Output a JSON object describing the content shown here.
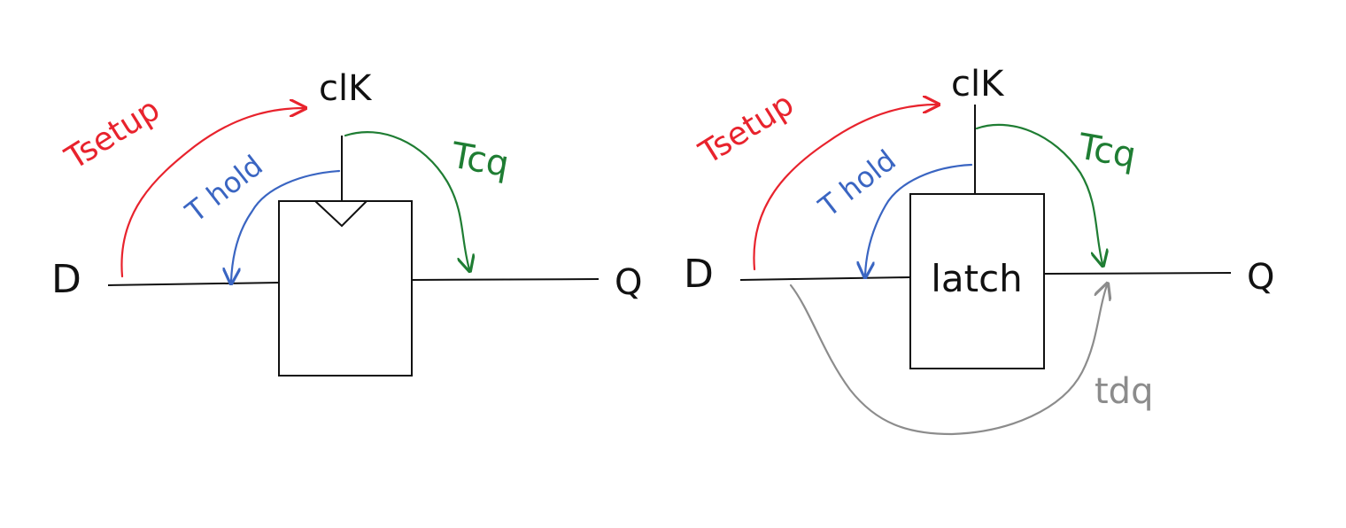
{
  "colors": {
    "setup": "#e8232d",
    "hold": "#3a65c2",
    "cq": "#1f7d33",
    "dq": "#8c8c8c",
    "ink": "#111111"
  },
  "flipflop": {
    "d_label": "D",
    "q_label": "Q",
    "clk_label": "clK",
    "setup_label": "Tsetup",
    "hold_label": "T hold",
    "cq_label": "Tcq"
  },
  "latch": {
    "d_label": "D",
    "q_label": "Q",
    "clk_label": "clK",
    "box_label": "latch",
    "setup_label": "Tsetup",
    "hold_label": "T hold",
    "cq_label": "Tcq",
    "dq_label": "tdq"
  }
}
